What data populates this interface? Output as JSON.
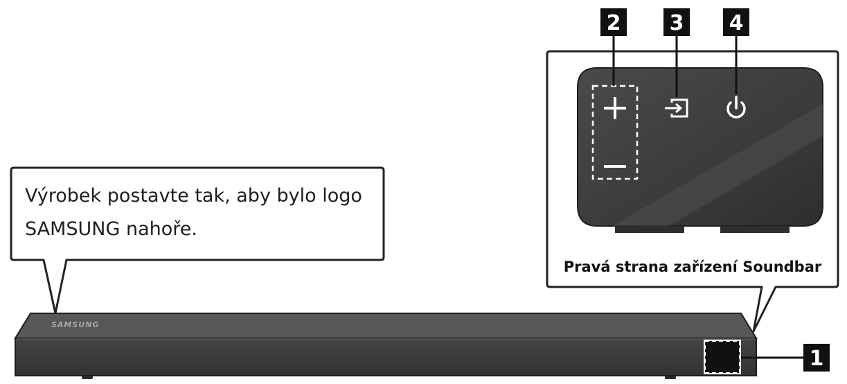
{
  "callout": {
    "line1": "Výrobek postavte tak, aby bylo logo",
    "line2": "SAMSUNG nahoře."
  },
  "soundbar": {
    "logo": "SAMSUNG"
  },
  "detail": {
    "caption": "Pravá strana zařízení Soundbar"
  },
  "markers": {
    "m1": "1",
    "m2": "2",
    "m3": "3",
    "m4": "4"
  },
  "icons": {
    "volume_up": "plus-icon",
    "volume_down": "minus-icon",
    "source": "source-input-icon",
    "power": "power-icon"
  },
  "colors": {
    "device_body": "#3a3a3a",
    "device_top": "#565656",
    "marker_bg": "#111111",
    "outline": "#222222"
  }
}
